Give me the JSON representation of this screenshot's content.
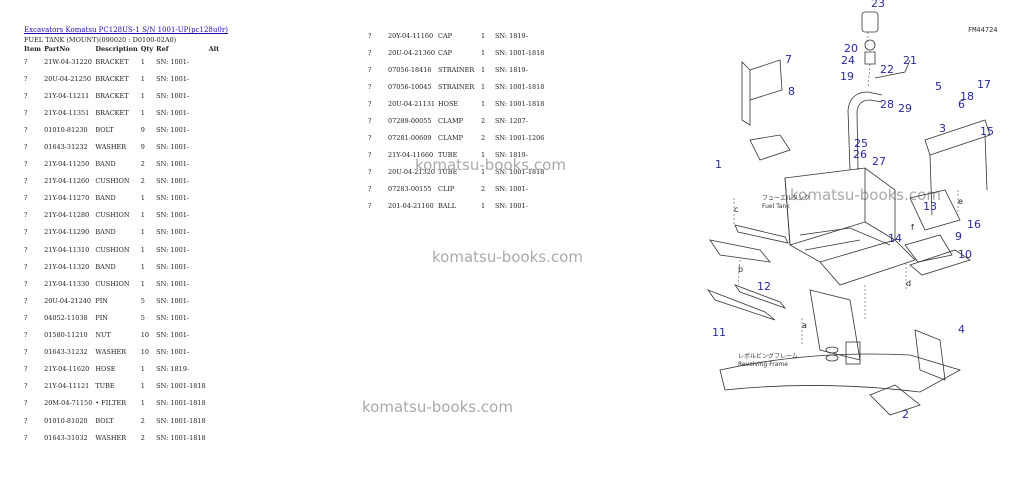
{
  "breadcrumb": "Excavators Komatsu PC128US-1 S/N 1001-UP(pc128u0r)",
  "subtitle": "FUEL TANK (MOUNT)(090020 : D0100-02A0)",
  "headers": {
    "item": "Item",
    "part": "PartNo",
    "desc": "Description",
    "qty": "Qty",
    "ref": "Ref",
    "alt": "Alt"
  },
  "rows_left": [
    {
      "item": "?",
      "part": "21W-04-31220",
      "desc": "BRACKET",
      "qty": "1",
      "ref": "SN: 1001-"
    },
    {
      "item": "?",
      "part": "20U-04-21250",
      "desc": "BRACKET",
      "qty": "1",
      "ref": "SN: 1001-"
    },
    {
      "item": "?",
      "part": "21Y-04-11211",
      "desc": "BRACKET",
      "qty": "1",
      "ref": "SN: 1001-"
    },
    {
      "item": "?",
      "part": "21Y-04-11351",
      "desc": "BRACKET",
      "qty": "1",
      "ref": "SN: 1001-"
    },
    {
      "item": "?",
      "part": "01010-81230",
      "desc": "BOLT",
      "qty": "9",
      "ref": "SN: 1001-"
    },
    {
      "item": "?",
      "part": "01643-31232",
      "desc": "WASHER",
      "qty": "9",
      "ref": "SN: 1001-"
    },
    {
      "item": "?",
      "part": "21Y-04-11250",
      "desc": "BAND",
      "qty": "2",
      "ref": "SN: 1001-"
    },
    {
      "item": "?",
      "part": "21Y-04-11260",
      "desc": "CUSHION",
      "qty": "2",
      "ref": "SN: 1001-"
    },
    {
      "item": "?",
      "part": "21Y-04-11270",
      "desc": "BAND",
      "qty": "1",
      "ref": "SN: 1001-"
    },
    {
      "item": "?",
      "part": "21Y-04-11280",
      "desc": "CUSHION",
      "qty": "1",
      "ref": "SN: 1001-"
    },
    {
      "item": "?",
      "part": "21Y-04-11290",
      "desc": "BAND",
      "qty": "1",
      "ref": "SN: 1001-"
    },
    {
      "item": "?",
      "part": "21Y-04-11310",
      "desc": "CUSHION",
      "qty": "1",
      "ref": "SN: 1001-"
    },
    {
      "item": "?",
      "part": "21Y-04-11320",
      "desc": "BAND",
      "qty": "1",
      "ref": "SN: 1001-"
    },
    {
      "item": "?",
      "part": "21Y-04-11330",
      "desc": "CUSHION",
      "qty": "1",
      "ref": "SN: 1001-"
    },
    {
      "item": "?",
      "part": "20U-04-21240",
      "desc": "PIN",
      "qty": "5",
      "ref": "SN: 1001-"
    },
    {
      "item": "?",
      "part": "04052-11038",
      "desc": "PIN",
      "qty": "5",
      "ref": "SN: 1001-"
    },
    {
      "item": "?",
      "part": "01580-11210",
      "desc": "NUT",
      "qty": "10",
      "ref": "SN: 1001-"
    },
    {
      "item": "?",
      "part": "01643-31232",
      "desc": "WASHER",
      "qty": "10",
      "ref": "SN: 1001-"
    },
    {
      "item": "?",
      "part": "21Y-04-11620",
      "desc": "HOSE",
      "qty": "1",
      "ref": "SN: 1819-"
    },
    {
      "item": "?",
      "part": "21Y-04-11121",
      "desc": "TUBE",
      "qty": "1",
      "ref": "SN: 1001-1818"
    },
    {
      "item": "?",
      "part": "20M-04-71150",
      "desc": "• FILTER",
      "qty": "1",
      "ref": "SN: 1001-1818"
    },
    {
      "item": "?",
      "part": "01010-81020",
      "desc": "BOLT",
      "qty": "2",
      "ref": "SN: 1001-1818"
    },
    {
      "item": "?",
      "part": "01643-31032",
      "desc": "WASHER",
      "qty": "2",
      "ref": "SN: 1001-1818"
    }
  ],
  "rows_right": [
    {
      "item": "?",
      "part": "20Y-04-11160",
      "desc": "CAP",
      "qty": "1",
      "ref": "SN: 1819-"
    },
    {
      "item": "?",
      "part": "20U-04-21360",
      "desc": "CAP",
      "qty": "1",
      "ref": "SN: 1001-1818"
    },
    {
      "item": "?",
      "part": "07056-18416",
      "desc": "STRAINER",
      "qty": "1",
      "ref": "SN: 1819-"
    },
    {
      "item": "?",
      "part": "07056-10045",
      "desc": "STRAINER",
      "qty": "1",
      "ref": "SN: 1001-1818"
    },
    {
      "item": "?",
      "part": "20U-04-21131",
      "desc": "HOSE",
      "qty": "1",
      "ref": "SN: 1001-1818"
    },
    {
      "item": "?",
      "part": "07289-00055",
      "desc": "CLAMP",
      "qty": "2",
      "ref": "SN: 1207-"
    },
    {
      "item": "?",
      "part": "07281-00609",
      "desc": "CLAMP",
      "qty": "2",
      "ref": "SN: 1001-1206"
    },
    {
      "item": "?",
      "part": "21Y-04-11660",
      "desc": "TUBE",
      "qty": "1",
      "ref": "SN: 1819-"
    },
    {
      "item": "?",
      "part": "20U-04-21320",
      "desc": "TUBE",
      "qty": "1",
      "ref": "SN: 1001-1818"
    },
    {
      "item": "?",
      "part": "07283-00155",
      "desc": "CLIP",
      "qty": "2",
      "ref": "SN: 1001-"
    },
    {
      "item": "?",
      "part": "201-04-21160",
      "desc": "BALL",
      "qty": "1",
      "ref": "SN: 1001-"
    }
  ],
  "watermark": "komatsu-books.com",
  "diagram": {
    "figure_no": "FM44724",
    "jp_fuel_tank": "フューエルタンク",
    "fuel_tank_label": "Fuel Tank",
    "jp_frame": "レボルビングフレーム",
    "frame_label": "Revolving Frame",
    "callouts": [
      "1",
      "2",
      "3",
      "4",
      "5",
      "6",
      "7",
      "8",
      "9",
      "10",
      "11",
      "12",
      "13",
      "14",
      "15",
      "16",
      "17",
      "18",
      "19",
      "20",
      "21",
      "22",
      "23",
      "24",
      "25",
      "26",
      "27",
      "28",
      "29"
    ],
    "letters": [
      "a",
      "b",
      "c",
      "d",
      "e",
      "f"
    ]
  },
  "colors": {
    "link": "#1a0dab",
    "callout": "#2a2a9a",
    "watermark": "#aaaaaa"
  }
}
